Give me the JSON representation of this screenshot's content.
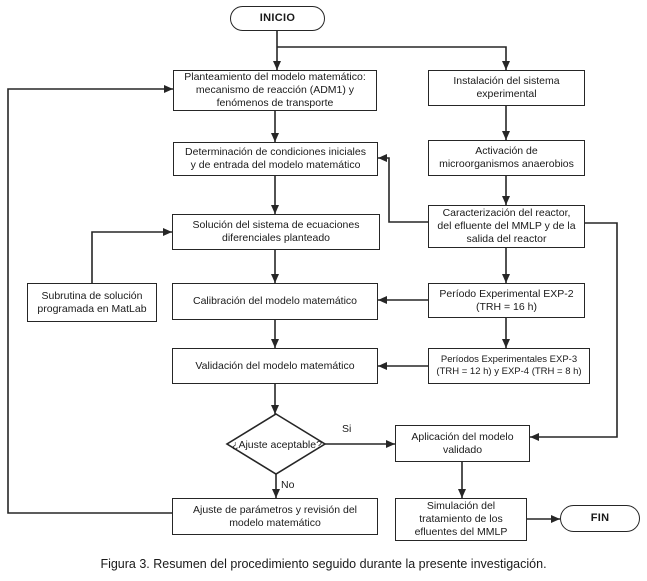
{
  "diagram": {
    "caption": "Figura 3. Resumen del procedimiento seguido durante la presente investigación.",
    "nodes": {
      "inicio": "INICIO",
      "fin": "FIN",
      "planteamiento": "Planteamiento del modelo matemático:\nmecanismo de reacción (ADM1) y\nfenómenos de transporte",
      "instalacion": "Instalación del sistema\nexperimental",
      "determinacion": "Determinación de condiciones iniciales\ny de entrada del modelo matemático",
      "activacion": "Activación de\nmicroorganismos anaerobios",
      "solucion": "Solución del sistema de ecuaciones\ndiferenciales planteado",
      "caracterizacion": "Caracterización del reactor,\ndel efluente del MMLP y de la\nsalida del reactor",
      "subrutina": "Subrutina de solución\nprogramada en MatLab",
      "calibracion": "Calibración del modelo matemático",
      "exp2": "Período Experimental EXP-2\n(TRH = 16 h)",
      "validacion": "Validación del modelo matemático",
      "exp3": "Períodos Experimentales EXP-3\n(TRH = 12 h) y EXP-4 (TRH = 8 h)",
      "decision": "¿Ajuste\naceptable?",
      "aplicacion": "Aplicación del modelo\nvalidado",
      "ajuste": "Ajuste de parámetros y revisión del\nmodelo matemático",
      "simulacion": "Simulación del\ntratamiento de los\nefluentes del MMLP"
    },
    "edge_labels": {
      "si": "Si",
      "no": "No"
    },
    "colors": {
      "line": "#262626",
      "box_bg": "#ffffff",
      "text": "#1a1a1a",
      "page_bg": "#ffffff"
    }
  }
}
